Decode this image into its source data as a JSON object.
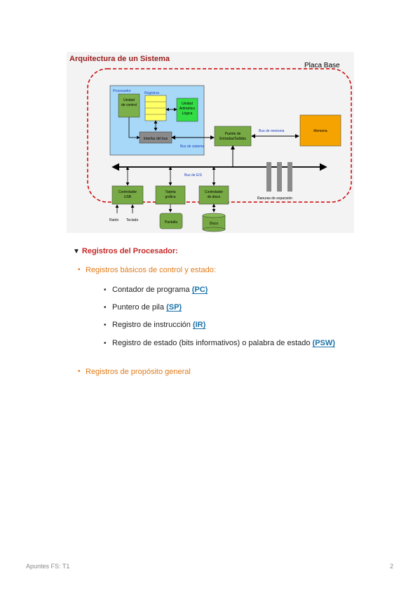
{
  "figure": {
    "title": "Arquitectura de un Sistema",
    "placa_base": "Placa Base",
    "procesador": "Procesador",
    "registros": "Registros",
    "unidad_control": [
      "Unidad",
      "de control"
    ],
    "alu": [
      "Unidad",
      "Aritmético",
      "Lógica"
    ],
    "interfaz_bus": "Interfaz del bus",
    "bus_sistema": "Bus de sistema",
    "puente": [
      "Puente de",
      "Entradas/Salidas"
    ],
    "bus_memoria": "Bus de memoria",
    "memoria": "Memoria",
    "bus_es": "Bus de E/S",
    "controlador_usb": [
      "Controlador",
      "USB"
    ],
    "tarjeta_grafica": [
      "Tarjeta",
      "gráfica"
    ],
    "controlador_disco": [
      "Controlador",
      "de disco"
    ],
    "ranuras": "Ranuras de expansión",
    "raton": "Ratón",
    "teclado": "Teclado",
    "pantalla": "Pantalla",
    "disco": "Disco"
  },
  "section_title": "Registros del Procesador:",
  "list": {
    "item1": "Registros básicos de control y estado:",
    "sub": [
      {
        "text": "Contador de programa ",
        "code": "(PC)"
      },
      {
        "text": "Puntero de pila ",
        "code": "(SP)"
      },
      {
        "text": "Registro de instrucción ",
        "code": "(IR)"
      },
      {
        "text": "Registro de estado (bits informativos) o palabra de estado ",
        "code": "(PSW)"
      }
    ],
    "item2": "Registros de propósito general"
  },
  "footer": {
    "left": "Apuntes FS: T1",
    "page": "2"
  },
  "colors": {
    "section": "#c62828",
    "orange_item": "#e07b1a",
    "code": "#1a73a8",
    "dashed_border": "#cc0000",
    "processor_bg": "#a8d8f8",
    "green_box": "#77aa44",
    "memory": "#f5a300"
  }
}
